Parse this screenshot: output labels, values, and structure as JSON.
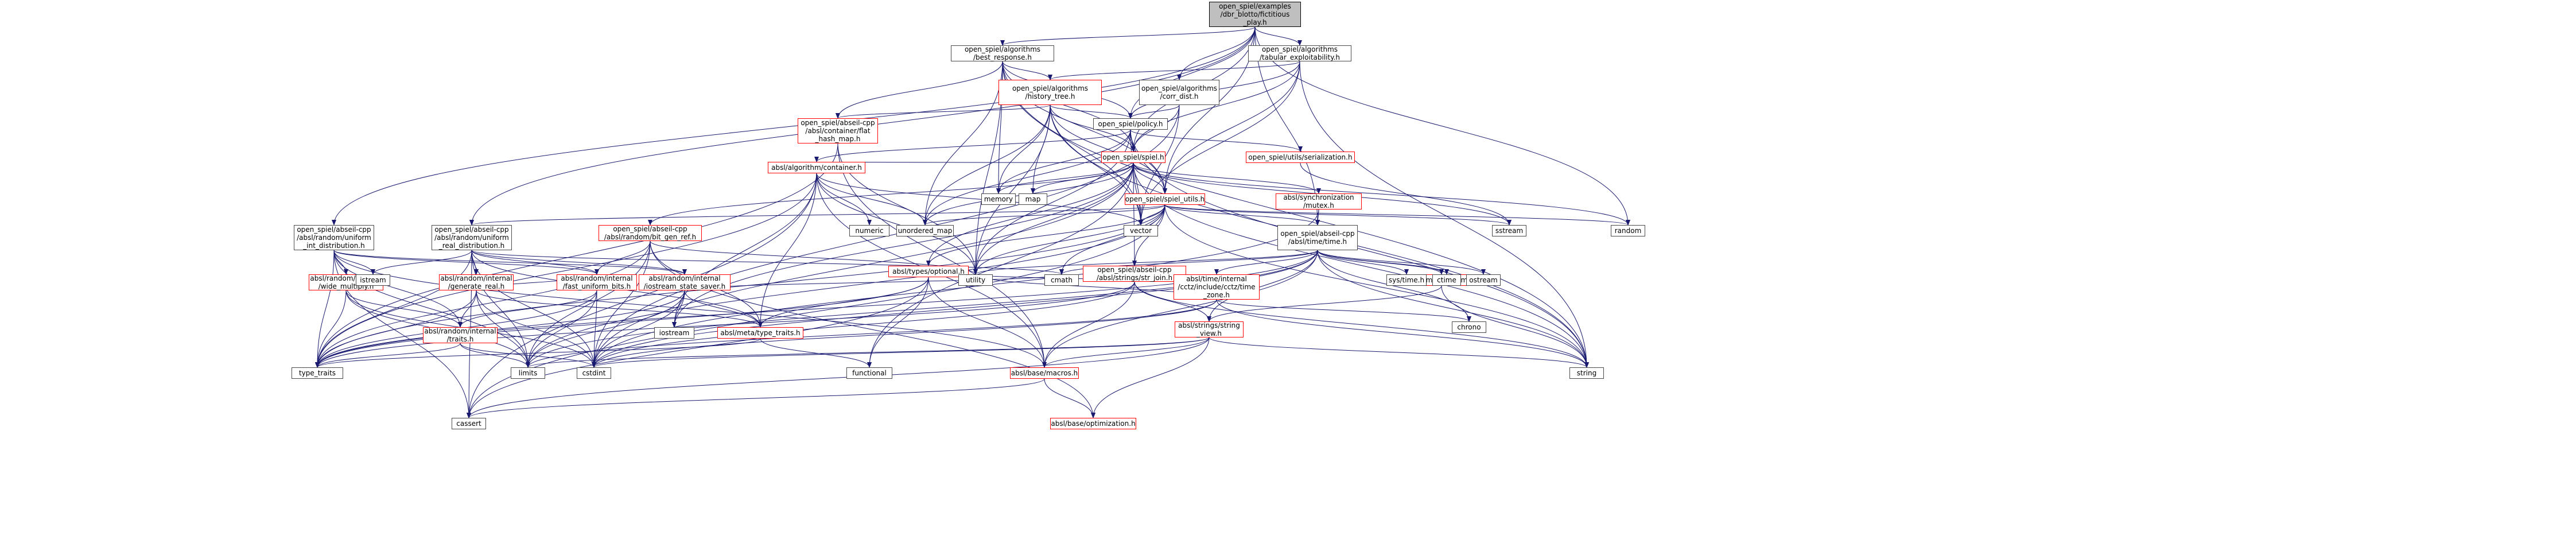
{
  "graph": {
    "nodes": [
      {
        "id": "root",
        "label": "open_spiel/examples\n/dbr_blotto/fictitious\n_play.h",
        "style": "root"
      },
      {
        "id": "best_response",
        "label": "open_spiel/algorithms\n/best_response.h",
        "style": "gray"
      },
      {
        "id": "tabular",
        "label": "open_spiel/algorithms\n/tabular_exploitability.h",
        "style": "gray"
      },
      {
        "id": "history_tree",
        "label": "open_spiel/algorithms\n/history_tree.h",
        "style": "red"
      },
      {
        "id": "corr_dist",
        "label": "open_spiel/algorithms\n/corr_dist.h",
        "style": "gray"
      },
      {
        "id": "policy",
        "label": "open_spiel/policy.h",
        "style": "gray"
      },
      {
        "id": "flat_hash_map",
        "label": "open_spiel/abseil-cpp\n/absl/container/flat\n_hash_map.h",
        "style": "red"
      },
      {
        "id": "spiel",
        "label": "open_spiel/spiel.h",
        "style": "red"
      },
      {
        "id": "serialization",
        "label": "open_spiel/utils/serialization.h",
        "style": "red"
      },
      {
        "id": "algorithm_container",
        "label": "absl/algorithm/container.h",
        "style": "red"
      },
      {
        "id": "mutex",
        "label": "absl/synchronization\n/mutex.h",
        "style": "red"
      },
      {
        "id": "spiel_utils",
        "label": "open_spiel/spiel_utils.h",
        "style": "red"
      },
      {
        "id": "uniform_int",
        "label": "open_spiel/abseil-cpp\n/absl/random/uniform\n_int_distribution.h",
        "style": "gray"
      },
      {
        "id": "uniform_real",
        "label": "open_spiel/abseil-cpp\n/absl/random/uniform\n_real_distribution.h",
        "style": "gray"
      },
      {
        "id": "bit_gen_ref",
        "label": "open_spiel/abseil-cpp\n/absl/random/bit_gen_ref.h",
        "style": "red"
      },
      {
        "id": "time",
        "label": "open_spiel/abseil-cpp\n/absl/time/time.h",
        "style": "gray"
      },
      {
        "id": "str_join",
        "label": "open_spiel/abseil-cpp\n/absl/strings/str_join.h",
        "style": "red"
      },
      {
        "id": "optional",
        "label": "absl/types/optional.h",
        "style": "red"
      },
      {
        "id": "wide_multiply",
        "label": "absl/random/internal\n/wide_multiply.h",
        "style": "red"
      },
      {
        "id": "generate_real",
        "label": "absl/random/internal\n/generate_real.h",
        "style": "red"
      },
      {
        "id": "fast_uniform_bits",
        "label": "absl/random/internal\n/fast_uniform_bits.h",
        "style": "red"
      },
      {
        "id": "iostream_state_saver",
        "label": "absl/random/internal\n/iostream_state_saver.h",
        "style": "red"
      },
      {
        "id": "traits",
        "label": "absl/random/internal\n/traits.h",
        "style": "red"
      },
      {
        "id": "meta_type_traits",
        "label": "absl/meta/type_traits.h",
        "style": "red"
      },
      {
        "id": "cctz_time_zone",
        "label": "absl/time/internal\n/cctz/include/cctz/time\n_zone.h",
        "style": "red"
      },
      {
        "id": "civil_time",
        "label": "absl/time/civil_time.h",
        "style": "red"
      },
      {
        "id": "string_view",
        "label": "absl/strings/string\n_view.h",
        "style": "red"
      },
      {
        "id": "macros",
        "label": "absl/base/macros.h",
        "style": "red"
      },
      {
        "id": "optimization",
        "label": "absl/base/optimization.h",
        "style": "red"
      },
      {
        "id": "memory",
        "label": "memory",
        "style": "gray"
      },
      {
        "id": "map",
        "label": "map",
        "style": "gray"
      },
      {
        "id": "vector",
        "label": "vector",
        "style": "gray"
      },
      {
        "id": "unordered_map",
        "label": "unordered_map",
        "style": "gray"
      },
      {
        "id": "numeric",
        "label": "numeric",
        "style": "gray"
      },
      {
        "id": "sstream",
        "label": "sstream",
        "style": "gray"
      },
      {
        "id": "random",
        "label": "random",
        "style": "gray"
      },
      {
        "id": "string",
        "label": "string",
        "style": "gray"
      },
      {
        "id": "utility",
        "label": "utility",
        "style": "gray"
      },
      {
        "id": "cmath",
        "label": "cmath",
        "style": "gray"
      },
      {
        "id": "functional",
        "label": "functional",
        "style": "gray"
      },
      {
        "id": "iostream",
        "label": "iostream",
        "style": "gray"
      },
      {
        "id": "istream",
        "label": "istream",
        "style": "gray"
      },
      {
        "id": "type_traits",
        "label": "type_traits",
        "style": "gray"
      },
      {
        "id": "limits",
        "label": "limits",
        "style": "gray"
      },
      {
        "id": "cstdint",
        "label": "cstdint",
        "style": "gray"
      },
      {
        "id": "cassert",
        "label": "cassert",
        "style": "gray"
      },
      {
        "id": "chrono",
        "label": "chrono",
        "style": "gray"
      },
      {
        "id": "sys_time",
        "label": "sys/time.h",
        "style": "gray"
      },
      {
        "id": "ctime",
        "label": "ctime",
        "style": "gray"
      },
      {
        "id": "ostream",
        "label": "ostream",
        "style": "gray"
      }
    ],
    "edges": [
      [
        "root",
        "best_response"
      ],
      [
        "root",
        "tabular"
      ],
      [
        "root",
        "corr_dist"
      ],
      [
        "root",
        "policy"
      ],
      [
        "root",
        "spiel"
      ],
      [
        "root",
        "spiel_utils"
      ],
      [
        "root",
        "uniform_int"
      ],
      [
        "root",
        "uniform_real"
      ],
      [
        "root",
        "time"
      ],
      [
        "root",
        "random"
      ],
      [
        "best_response",
        "history_tree"
      ],
      [
        "best_response",
        "policy"
      ],
      [
        "best_response",
        "spiel"
      ],
      [
        "best_response",
        "spiel_utils"
      ],
      [
        "best_response",
        "flat_hash_map"
      ],
      [
        "best_response",
        "memory"
      ],
      [
        "best_response",
        "unordered_map"
      ],
      [
        "best_response",
        "vector"
      ],
      [
        "best_response",
        "string"
      ],
      [
        "best_response",
        "utility"
      ],
      [
        "tabular",
        "history_tree"
      ],
      [
        "tabular",
        "policy"
      ],
      [
        "tabular",
        "spiel"
      ],
      [
        "tabular",
        "spiel_utils"
      ],
      [
        "tabular",
        "vector"
      ],
      [
        "tabular",
        "string"
      ],
      [
        "history_tree",
        "policy"
      ],
      [
        "history_tree",
        "spiel"
      ],
      [
        "history_tree",
        "spiel_utils"
      ],
      [
        "history_tree",
        "flat_hash_map"
      ],
      [
        "history_tree",
        "memory"
      ],
      [
        "history_tree",
        "map"
      ],
      [
        "history_tree",
        "vector"
      ],
      [
        "history_tree",
        "unordered_map"
      ],
      [
        "history_tree",
        "string"
      ],
      [
        "history_tree",
        "utility"
      ],
      [
        "corr_dist",
        "policy"
      ],
      [
        "corr_dist",
        "spiel"
      ],
      [
        "corr_dist",
        "vector"
      ],
      [
        "corr_dist",
        "cstdint"
      ],
      [
        "policy",
        "spiel"
      ],
      [
        "policy",
        "spiel_utils"
      ],
      [
        "policy",
        "serialization"
      ],
      [
        "policy",
        "memory"
      ],
      [
        "policy",
        "unordered_map"
      ],
      [
        "policy",
        "vector"
      ],
      [
        "policy",
        "string"
      ],
      [
        "policy",
        "utility"
      ],
      [
        "policy",
        "algorithm_container"
      ],
      [
        "flat_hash_map",
        "type_traits"
      ],
      [
        "flat_hash_map",
        "utility"
      ],
      [
        "flat_hash_map",
        "macros"
      ],
      [
        "spiel",
        "spiel_utils"
      ],
      [
        "spiel",
        "algorithm_container"
      ],
      [
        "spiel",
        "mutex"
      ],
      [
        "spiel",
        "str_join"
      ],
      [
        "spiel",
        "optional"
      ],
      [
        "spiel",
        "bit_gen_ref"
      ],
      [
        "spiel",
        "memory"
      ],
      [
        "spiel",
        "map"
      ],
      [
        "spiel",
        "vector"
      ],
      [
        "spiel",
        "unordered_map"
      ],
      [
        "spiel",
        "string"
      ],
      [
        "spiel",
        "random"
      ],
      [
        "spiel",
        "sstream"
      ],
      [
        "spiel",
        "functional"
      ],
      [
        "spiel",
        "iostream"
      ],
      [
        "spiel",
        "utility"
      ],
      [
        "spiel",
        "cstdint"
      ],
      [
        "serialization",
        "sstream"
      ],
      [
        "algorithm_container",
        "numeric"
      ],
      [
        "algorithm_container",
        "unordered_map"
      ],
      [
        "algorithm_container",
        "vector"
      ],
      [
        "algorithm_container",
        "type_traits"
      ],
      [
        "algorithm_container",
        "utility"
      ],
      [
        "algorithm_container",
        "cassert"
      ],
      [
        "algorithm_container",
        "meta_type_traits"
      ],
      [
        "algorithm_container",
        "macros"
      ],
      [
        "algorithm_container",
        "iostream"
      ],
      [
        "mutex",
        "time"
      ],
      [
        "mutex",
        "cstdint"
      ],
      [
        "spiel_utils",
        "time"
      ],
      [
        "spiel_utils",
        "str_join"
      ],
      [
        "spiel_utils",
        "optional"
      ],
      [
        "spiel_utils",
        "uniform_real"
      ],
      [
        "spiel_utils",
        "vector"
      ],
      [
        "spiel_utils",
        "string"
      ],
      [
        "spiel_utils",
        "sstream"
      ],
      [
        "spiel_utils",
        "random"
      ],
      [
        "spiel_utils",
        "cmath"
      ],
      [
        "spiel_utils",
        "utility"
      ],
      [
        "spiel_utils",
        "type_traits"
      ],
      [
        "spiel_utils",
        "cassert"
      ],
      [
        "spiel_utils",
        "limits"
      ],
      [
        "spiel_utils",
        "unordered_map"
      ],
      [
        "uniform_int",
        "istream"
      ],
      [
        "uniform_int",
        "type_traits"
      ],
      [
        "uniform_int",
        "limits"
      ],
      [
        "uniform_int",
        "cassert"
      ],
      [
        "uniform_int",
        "wide_multiply"
      ],
      [
        "uniform_int",
        "fast_uniform_bits"
      ],
      [
        "uniform_int",
        "iostream_state_saver"
      ],
      [
        "uniform_int",
        "traits"
      ],
      [
        "uniform_int",
        "macros"
      ],
      [
        "uniform_real",
        "istream"
      ],
      [
        "uniform_real",
        "type_traits"
      ],
      [
        "uniform_real",
        "limits"
      ],
      [
        "uniform_real",
        "cmath"
      ],
      [
        "uniform_real",
        "cstdint"
      ],
      [
        "uniform_real",
        "generate_real"
      ],
      [
        "uniform_real",
        "fast_uniform_bits"
      ],
      [
        "uniform_real",
        "iostream_state_saver"
      ],
      [
        "uniform_real",
        "meta_type_traits"
      ],
      [
        "uniform_real",
        "cassert"
      ],
      [
        "bit_gen_ref",
        "type_traits"
      ],
      [
        "bit_gen_ref",
        "utility"
      ],
      [
        "bit_gen_ref",
        "fast_uniform_bits"
      ],
      [
        "bit_gen_ref",
        "meta_type_traits"
      ],
      [
        "bit_gen_ref",
        "limits"
      ],
      [
        "bit_gen_ref",
        "optimization"
      ],
      [
        "bit_gen_ref",
        "cstdint"
      ],
      [
        "time",
        "cctz_time_zone"
      ],
      [
        "time",
        "civil_time"
      ],
      [
        "time",
        "string_view"
      ],
      [
        "time",
        "macros"
      ],
      [
        "time",
        "chrono"
      ],
      [
        "time",
        "sys_time"
      ],
      [
        "time",
        "ctime"
      ],
      [
        "time",
        "ostream"
      ],
      [
        "time",
        "string"
      ],
      [
        "time",
        "type_traits"
      ],
      [
        "time",
        "utility"
      ],
      [
        "time",
        "limits"
      ],
      [
        "time",
        "cmath"
      ],
      [
        "time",
        "cstdint"
      ],
      [
        "str_join",
        "string_view"
      ],
      [
        "str_join",
        "macros"
      ],
      [
        "str_join",
        "type_traits"
      ],
      [
        "str_join",
        "utility"
      ],
      [
        "str_join",
        "string"
      ],
      [
        "str_join",
        "cstdint"
      ],
      [
        "optional",
        "meta_type_traits"
      ],
      [
        "optional",
        "functional"
      ],
      [
        "optional",
        "type_traits"
      ],
      [
        "optional",
        "utility"
      ],
      [
        "optional",
        "cassert"
      ],
      [
        "optional",
        "macros"
      ],
      [
        "wide_multiply",
        "traits"
      ],
      [
        "wide_multiply",
        "type_traits"
      ],
      [
        "wide_multiply",
        "limits"
      ],
      [
        "wide_multiply",
        "cstdint"
      ],
      [
        "generate_real",
        "fast_uniform_bits"
      ],
      [
        "generate_real",
        "traits"
      ],
      [
        "generate_real",
        "meta_type_traits"
      ],
      [
        "generate_real",
        "type_traits"
      ],
      [
        "generate_real",
        "limits"
      ],
      [
        "generate_real",
        "cstdint"
      ],
      [
        "fast_uniform_bits",
        "traits"
      ],
      [
        "fast_uniform_bits",
        "type_traits"
      ],
      [
        "fast_uniform_bits",
        "limits"
      ],
      [
        "fast_uniform_bits",
        "cstdint"
      ],
      [
        "iostream_state_saver",
        "meta_type_traits"
      ],
      [
        "iostream_state_saver",
        "iostream"
      ],
      [
        "iostream_state_saver",
        "limits"
      ],
      [
        "iostream_state_saver",
        "cmath"
      ],
      [
        "iostream_state_saver",
        "type_traits"
      ],
      [
        "iostream_state_saver",
        "cstdint"
      ],
      [
        "traits",
        "type_traits"
      ],
      [
        "traits",
        "limits"
      ],
      [
        "traits",
        "cstdint"
      ],
      [
        "meta_type_traits",
        "type_traits"
      ],
      [
        "meta_type_traits",
        "functional"
      ],
      [
        "cctz_time_zone",
        "chrono"
      ],
      [
        "cctz_time_zone",
        "string"
      ],
      [
        "cctz_time_zone",
        "utility"
      ],
      [
        "cctz_time_zone",
        "cstdint"
      ],
      [
        "cctz_time_zone",
        "limits"
      ],
      [
        "civil_time",
        "string_view"
      ],
      [
        "civil_time",
        "string"
      ],
      [
        "string_view",
        "macros"
      ],
      [
        "string_view",
        "optimization"
      ],
      [
        "string_view",
        "cassert"
      ],
      [
        "string_view",
        "limits"
      ],
      [
        "string_view",
        "cstdint"
      ],
      [
        "string_view",
        "string"
      ],
      [
        "macros",
        "cassert"
      ],
      [
        "macros",
        "optimization"
      ]
    ]
  }
}
